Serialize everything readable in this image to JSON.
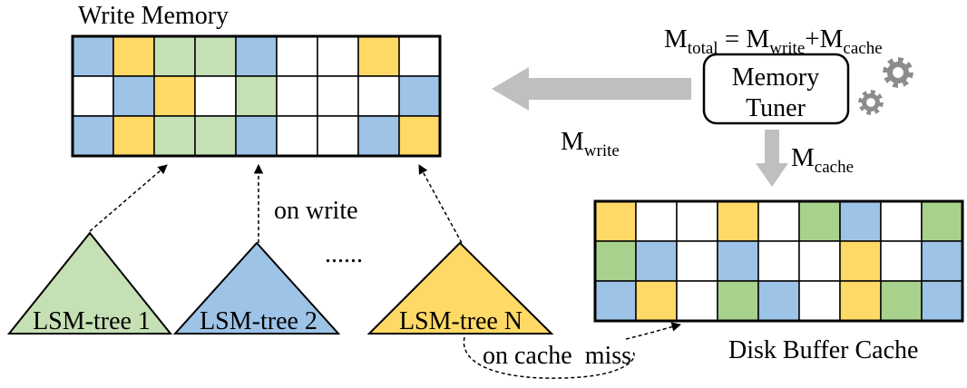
{
  "colors": {
    "blue": "#9DC3E6",
    "yellow": "#FFD966",
    "light_green": "#C5E0B4",
    "green": "#A9D18E",
    "white": "#FFFFFF",
    "arrow_gray": "#BFBFBF",
    "gear_gray": "#8C8C8C"
  },
  "write_memory": {
    "title": "Write Memory",
    "grid": [
      [
        "blue",
        "yellow",
        "light_green",
        "light_green",
        "blue",
        "white",
        "white",
        "yellow",
        "white"
      ],
      [
        "white",
        "blue",
        "yellow",
        "white",
        "light_green",
        "white",
        "white",
        "white",
        "blue"
      ],
      [
        "blue",
        "yellow",
        "light_green",
        "light_green",
        "blue",
        "white",
        "white",
        "blue",
        "yellow"
      ]
    ]
  },
  "disk_buffer_cache": {
    "title": "Disk Buffer Cache",
    "grid": [
      [
        "yellow",
        "white",
        "white",
        "yellow",
        "white",
        "green",
        "blue",
        "white",
        "green"
      ],
      [
        "green",
        "blue",
        "white",
        "blue",
        "white",
        "white",
        "yellow",
        "white",
        "blue"
      ],
      [
        "blue",
        "yellow",
        "white",
        "green",
        "blue",
        "white",
        "yellow",
        "green",
        "blue"
      ]
    ]
  },
  "tuner": {
    "line1": "Memory",
    "line2": "Tuner"
  },
  "formula": {
    "m": "M",
    "total": "total",
    "eq": " = M",
    "write": "write",
    "plus": "+M",
    "cache": "cache"
  },
  "arrows": {
    "m_write_main": "M",
    "m_write_sub": "write",
    "m_cache_main": "M",
    "m_cache_sub": "cache"
  },
  "trees": [
    {
      "label": "LSM-tree 1",
      "color": "light_green"
    },
    {
      "label": "LSM-tree 2",
      "color": "blue"
    },
    {
      "label": "LSM-tree N",
      "color": "yellow"
    }
  ],
  "ellipsis": "......",
  "labels": {
    "on_write": "on write",
    "on_cache_miss": "on cache  miss"
  }
}
